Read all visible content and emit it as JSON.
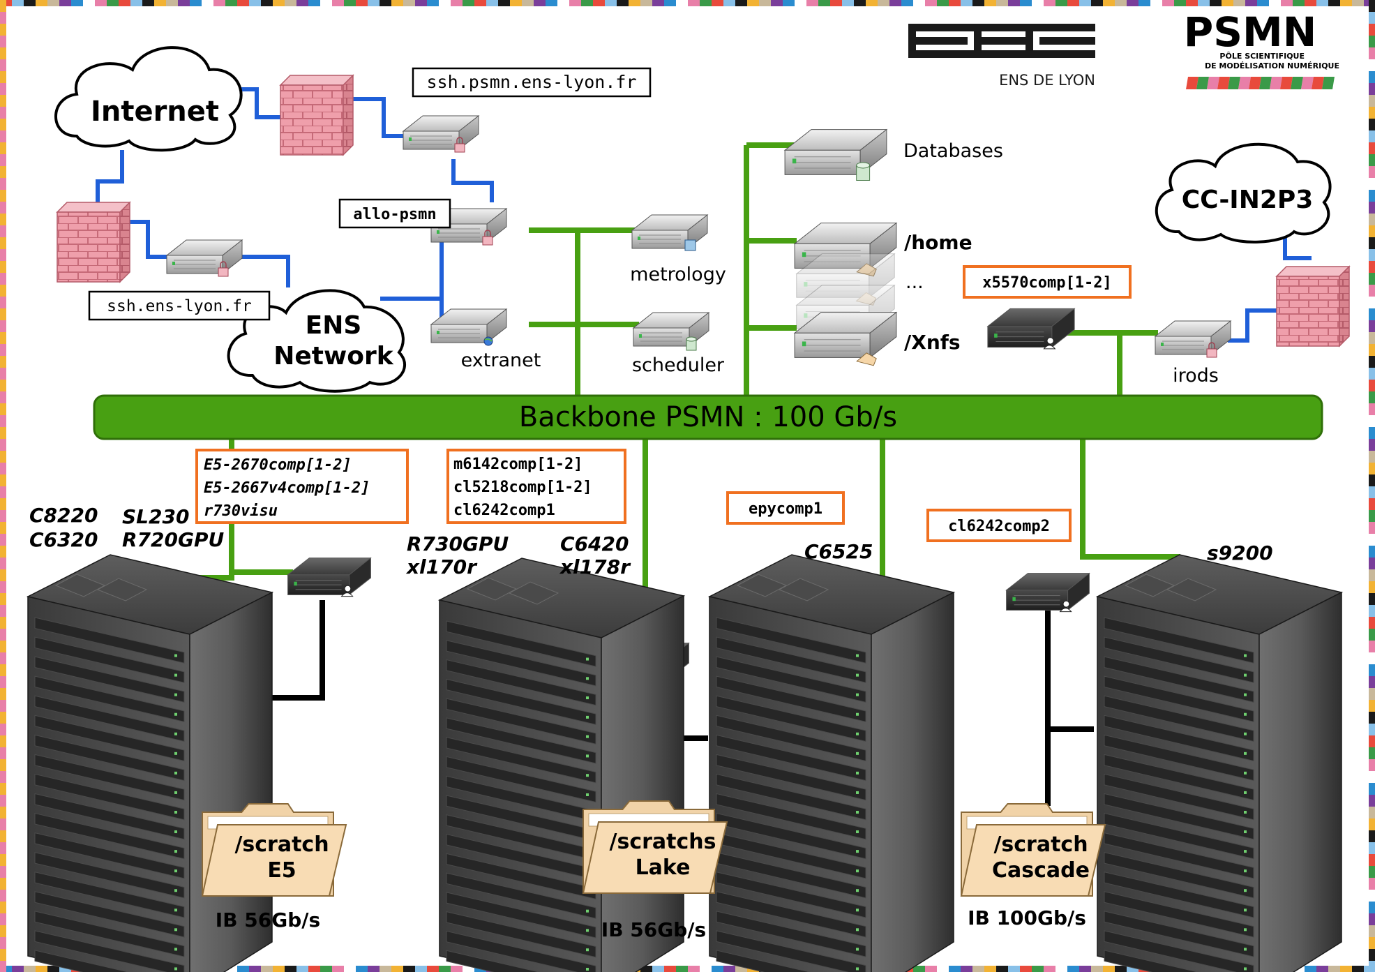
{
  "logos": {
    "ens_caption": "ENS DE LYON",
    "psmn_title": "PSMN",
    "psmn_subtitle_1": "PÔLE SCIENTIFIQUE",
    "psmn_subtitle_2": "DE MODÉLISATION NUMÉRIQUE"
  },
  "clouds": {
    "internet": "Internet",
    "ens_network_1": "ENS",
    "ens_network_2": "Network",
    "cc_in2p3": "CC-IN2P3"
  },
  "hosts": {
    "ssh_psmn": "ssh.psmn.ens-lyon.fr",
    "ssh_ens": "ssh.ens-lyon.fr",
    "allo_psmn": "allo-psmn",
    "extranet": "extranet",
    "metrology": "metrology",
    "scheduler": "scheduler",
    "irods": "irods"
  },
  "storage": {
    "databases": "Databases",
    "home": "/home",
    "ellipsis": "...",
    "xnfs": "/Xnfs"
  },
  "backbone": "Backbone PSMN : 100 Gb/s",
  "login_boxes": {
    "e5": [
      "E5-2670comp[1-2]",
      "E5-2667v4comp[1-2]",
      "r730visu"
    ],
    "lake": [
      "m6142comp[1-2]",
      "cl5218comp[1-2]",
      "cl6242comp1"
    ],
    "epyc": [
      "epycomp1"
    ],
    "cascade": [
      "cl6242comp2"
    ],
    "x5570": [
      "x5570comp[1-2]"
    ]
  },
  "racks": {
    "c8220": "C8220",
    "c6320": "C6320",
    "sl230": "SL230",
    "r720gpu": "R720GPU",
    "r730gpu": "R730GPU",
    "xl170r": "xl170r",
    "c6420": "C6420",
    "xl178r": "xl178r",
    "c6525": "C6525",
    "s9200": "s9200"
  },
  "scratch": {
    "e5_1": "/scratch",
    "e5_2": "E5",
    "lake_1": "/scratchs",
    "lake_2": "Lake",
    "cascade_1": "/scratch",
    "cascade_2": "Cascade"
  },
  "ib_links": {
    "e5": "IB 56Gb/s",
    "lake": "IB 56Gb/s",
    "cascade": "IB 100Gb/s"
  },
  "colors": {
    "backbone_green": "#48a012",
    "network_blue": "#1f5fd8",
    "ib_black": "#000000",
    "login_orange": "#f07020",
    "folder_fill": "#f8dcb4",
    "firewall_pink": "#e89aa6",
    "border_palette": [
      "#e84a3c",
      "#f2b233",
      "#2a8ccf",
      "#3a9a48",
      "#1a1a1a",
      "#7a3e9a",
      "#e87fa8",
      "#88c0e8",
      "#c8b89a",
      "#ffffff"
    ]
  }
}
